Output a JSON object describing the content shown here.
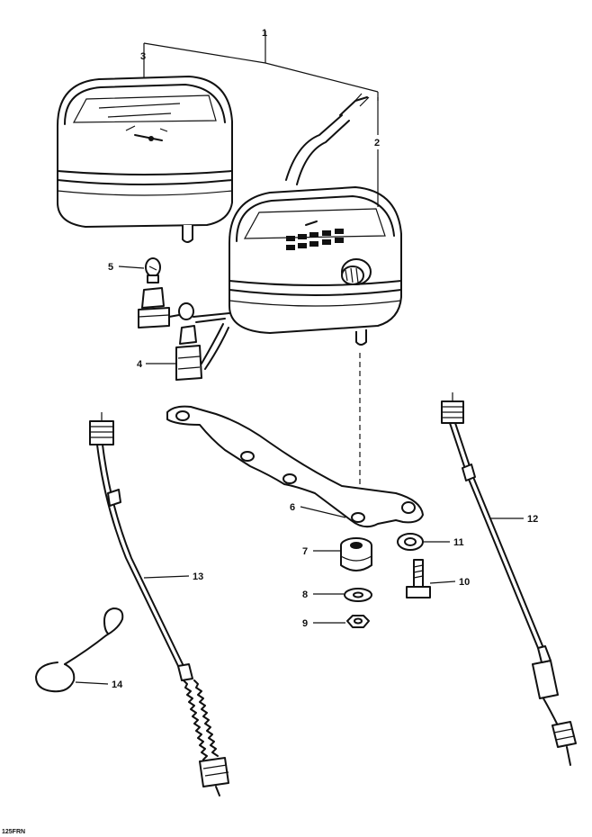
{
  "callouts": {
    "c1": "1",
    "c2": "2",
    "c3": "3",
    "c4": "4",
    "c5": "5",
    "c6": "6",
    "c7": "7",
    "c8": "8",
    "c9": "9",
    "c10": "10",
    "c11": "11",
    "c12": "12",
    "c13": "13",
    "c14": "14"
  },
  "diagram_code": "125FRN"
}
